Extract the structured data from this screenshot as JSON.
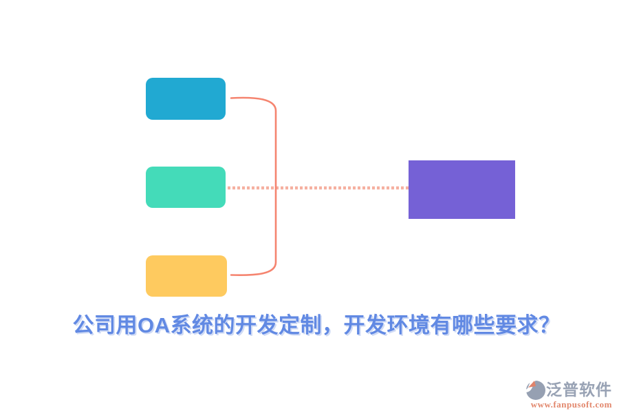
{
  "canvas": {
    "background": "#ffffff"
  },
  "diagram": {
    "nodes": [
      {
        "name": "top-node",
        "color": "#21A9D2"
      },
      {
        "name": "middle-node",
        "color": "#44DBB9"
      },
      {
        "name": "bottom-node",
        "color": "#FECA5F"
      },
      {
        "name": "right-node",
        "color": "#7561D6"
      }
    ],
    "connectors": {
      "bracket_color": "#F5846F",
      "dotted_color": "#F5B0A0"
    }
  },
  "title": {
    "text": "公司用OA系统的开发定制，开发环境有哪些要求？",
    "color": "#6189E3"
  },
  "footer": {
    "brand": "泛普软件",
    "url": "www.fanpusoft.com",
    "brand_color": "#98A2B4",
    "url_color": "#E2876C",
    "icon_gray": "#96A0B2",
    "icon_orange": "#E0836B"
  }
}
